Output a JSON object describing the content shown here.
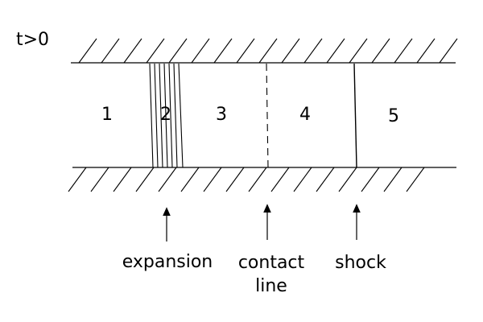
{
  "time_label": "t>0",
  "regions": [
    "1",
    "2",
    "3",
    "4",
    "5"
  ],
  "annotations": {
    "expansion": "expansion",
    "contact_line_1": "contact",
    "contact_line_2": "line",
    "shock": "shock"
  },
  "colors": {
    "stroke": "#000000",
    "background": "#ffffff"
  }
}
